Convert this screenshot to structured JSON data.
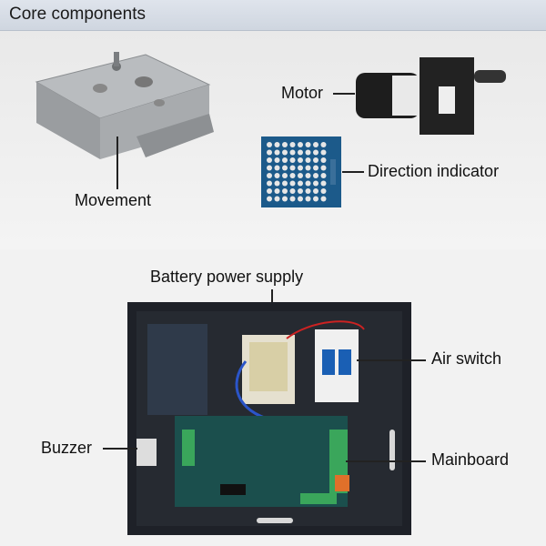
{
  "header": {
    "title": "Core components"
  },
  "labels": {
    "movement": "Movement",
    "motor": "Motor",
    "direction_indicator": "Direction indicator",
    "battery_power_supply": "Battery power supply",
    "air_switch": "Air switch",
    "buzzer": "Buzzer",
    "mainboard": "Mainboard"
  },
  "colors": {
    "header_bg": "#d8dee8",
    "indicator_board": "#1c5a8a",
    "enclosure": "#1e2128"
  }
}
